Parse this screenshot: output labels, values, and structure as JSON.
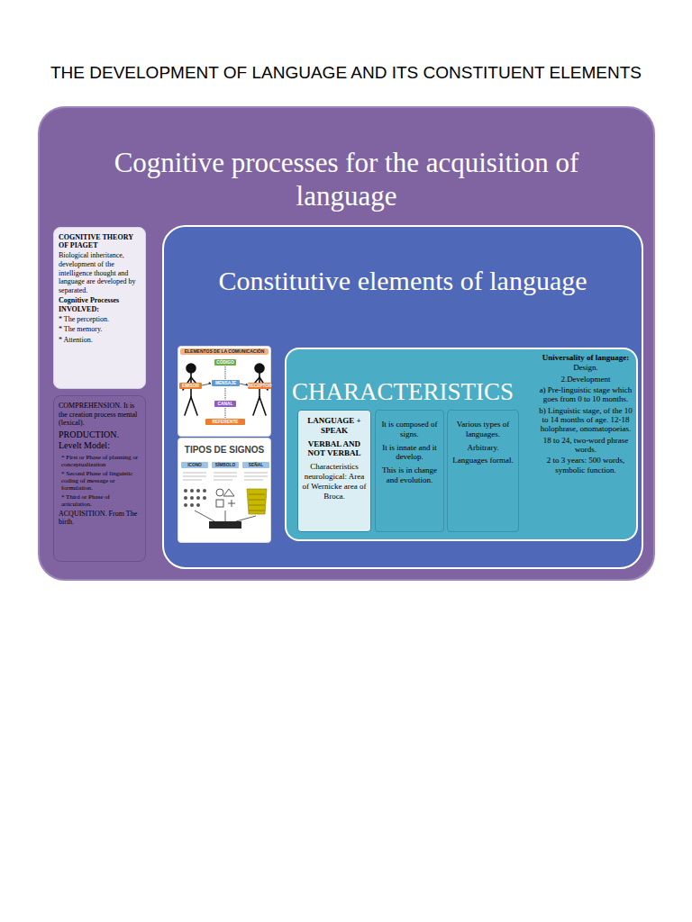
{
  "diagram": {
    "title": "THE DEVELOPMENT OF LANGUAGE AND ITS CONSTITUENT ELEMENTS",
    "nodes": [
      {
        "text": [
          "Cognitive processes for the acquisition of language"
        ]
      },
      {
        "text": [
          "COGNITIVE THEORY OF PIAGET",
          "Biological inheritance, development of the intelligence thought and language are developed by separated.",
          "Cognitive Processes INVOLVED:",
          "* The perception.",
          "* The memory.",
          "* Attention."
        ],
        "in": 0
      },
      {
        "text": [
          "COMPREHENSION. It is the creation process mental (lexical).",
          "PRODUCTION. Levelt Model:",
          "* First or Phase of planning or conceptualization",
          "* Second Phase of linguistic coding of message or formulation.",
          "* Third or Phase of articulation.",
          "ACQUISITION. From The birth."
        ],
        "in": 0
      },
      {
        "text": [
          "Constitutive elements of language"
        ],
        "in": 0
      },
      {
        "text": [
          "ELEMENTOS DE LA COMUNICACIÓN"
        ],
        "in": 3
      },
      {
        "text": [
          "TIPOS DE SIGNOS"
        ],
        "in": 3
      },
      {
        "text": [
          "CHARACTERISTICS"
        ],
        "in": 3
      },
      {
        "text": [
          "LANGUAGE + SPEAK",
          "VERBAL AND NOT VERBAL",
          "Characteristics neurological: Area of Wernicke area of Broca."
        ],
        "in": 6
      },
      {
        "text": [
          "It is composed of signs.",
          "It is innate and it develop.",
          "This is in change and evolution."
        ],
        "in": 6
      },
      {
        "text": [
          "Various types of languages.",
          "Arbitrary.",
          "Languages formal."
        ],
        "in": 6
      }
    ],
    "labels": [
      "CÓDIGO",
      "EMISOR",
      "MENSAJE",
      "RECEPTOR",
      "CANAL",
      "REFERENTE",
      "ICONO",
      "SÍMBOLO",
      "SEÑAL",
      "Universality of language:",
      "Design.",
      "2.Development",
      "a) Pre-linguistic stage which goes from 0 to 10 months.",
      "b) Linguistic stage, of the 10 to 14 months of age. 12-18 holophrase, onomatopoeias.",
      "18 to 24, two-word phrase words.",
      "2 to 3 years: 500 words, symbolic function."
    ]
  }
}
